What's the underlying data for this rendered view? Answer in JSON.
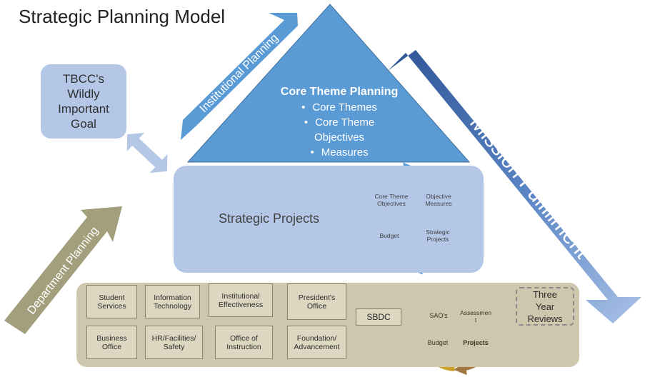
{
  "title": "Strategic Planning Model",
  "wildly_important_goal": "TBCC's\nWildly\nImportant\nGoal",
  "arrows": {
    "institutional": "Institutional Planning",
    "mission": "Mission Fulfillment",
    "department": "Department Planning"
  },
  "core_theme": {
    "title": "Core Theme Planning",
    "items": [
      "Core Themes",
      "Core Theme Objectives",
      "Measures"
    ]
  },
  "strategic": {
    "label": "Strategic Projects",
    "cycle": [
      "Core Theme\nObjectives",
      "Objective\nMeasures",
      "Budget",
      "Strategic\nProjects"
    ]
  },
  "departments": [
    "Student\nServices",
    "Information\nTechnology",
    "Institutional\nEffectiveness",
    "President's\nOffice",
    "Business\nOffice",
    "HR/Facilities/\nSafety",
    "Office of\nInstruction",
    "Foundation/\nAdvancement",
    "SBDC"
  ],
  "department_cycle": [
    "SAO's",
    "Assessmen\nt",
    "Budget",
    "Projects"
  ],
  "three_year_reviews": "Three\nYear\nReviews",
  "colors": {
    "triangle": "#5b9bd5",
    "light_blue": "#b4c7e7",
    "mission_dark": "#2f5597",
    "tan": "#cfc7ad",
    "olive": "#a39f7c",
    "gold": "#c9a227",
    "brown": "#a07840"
  }
}
